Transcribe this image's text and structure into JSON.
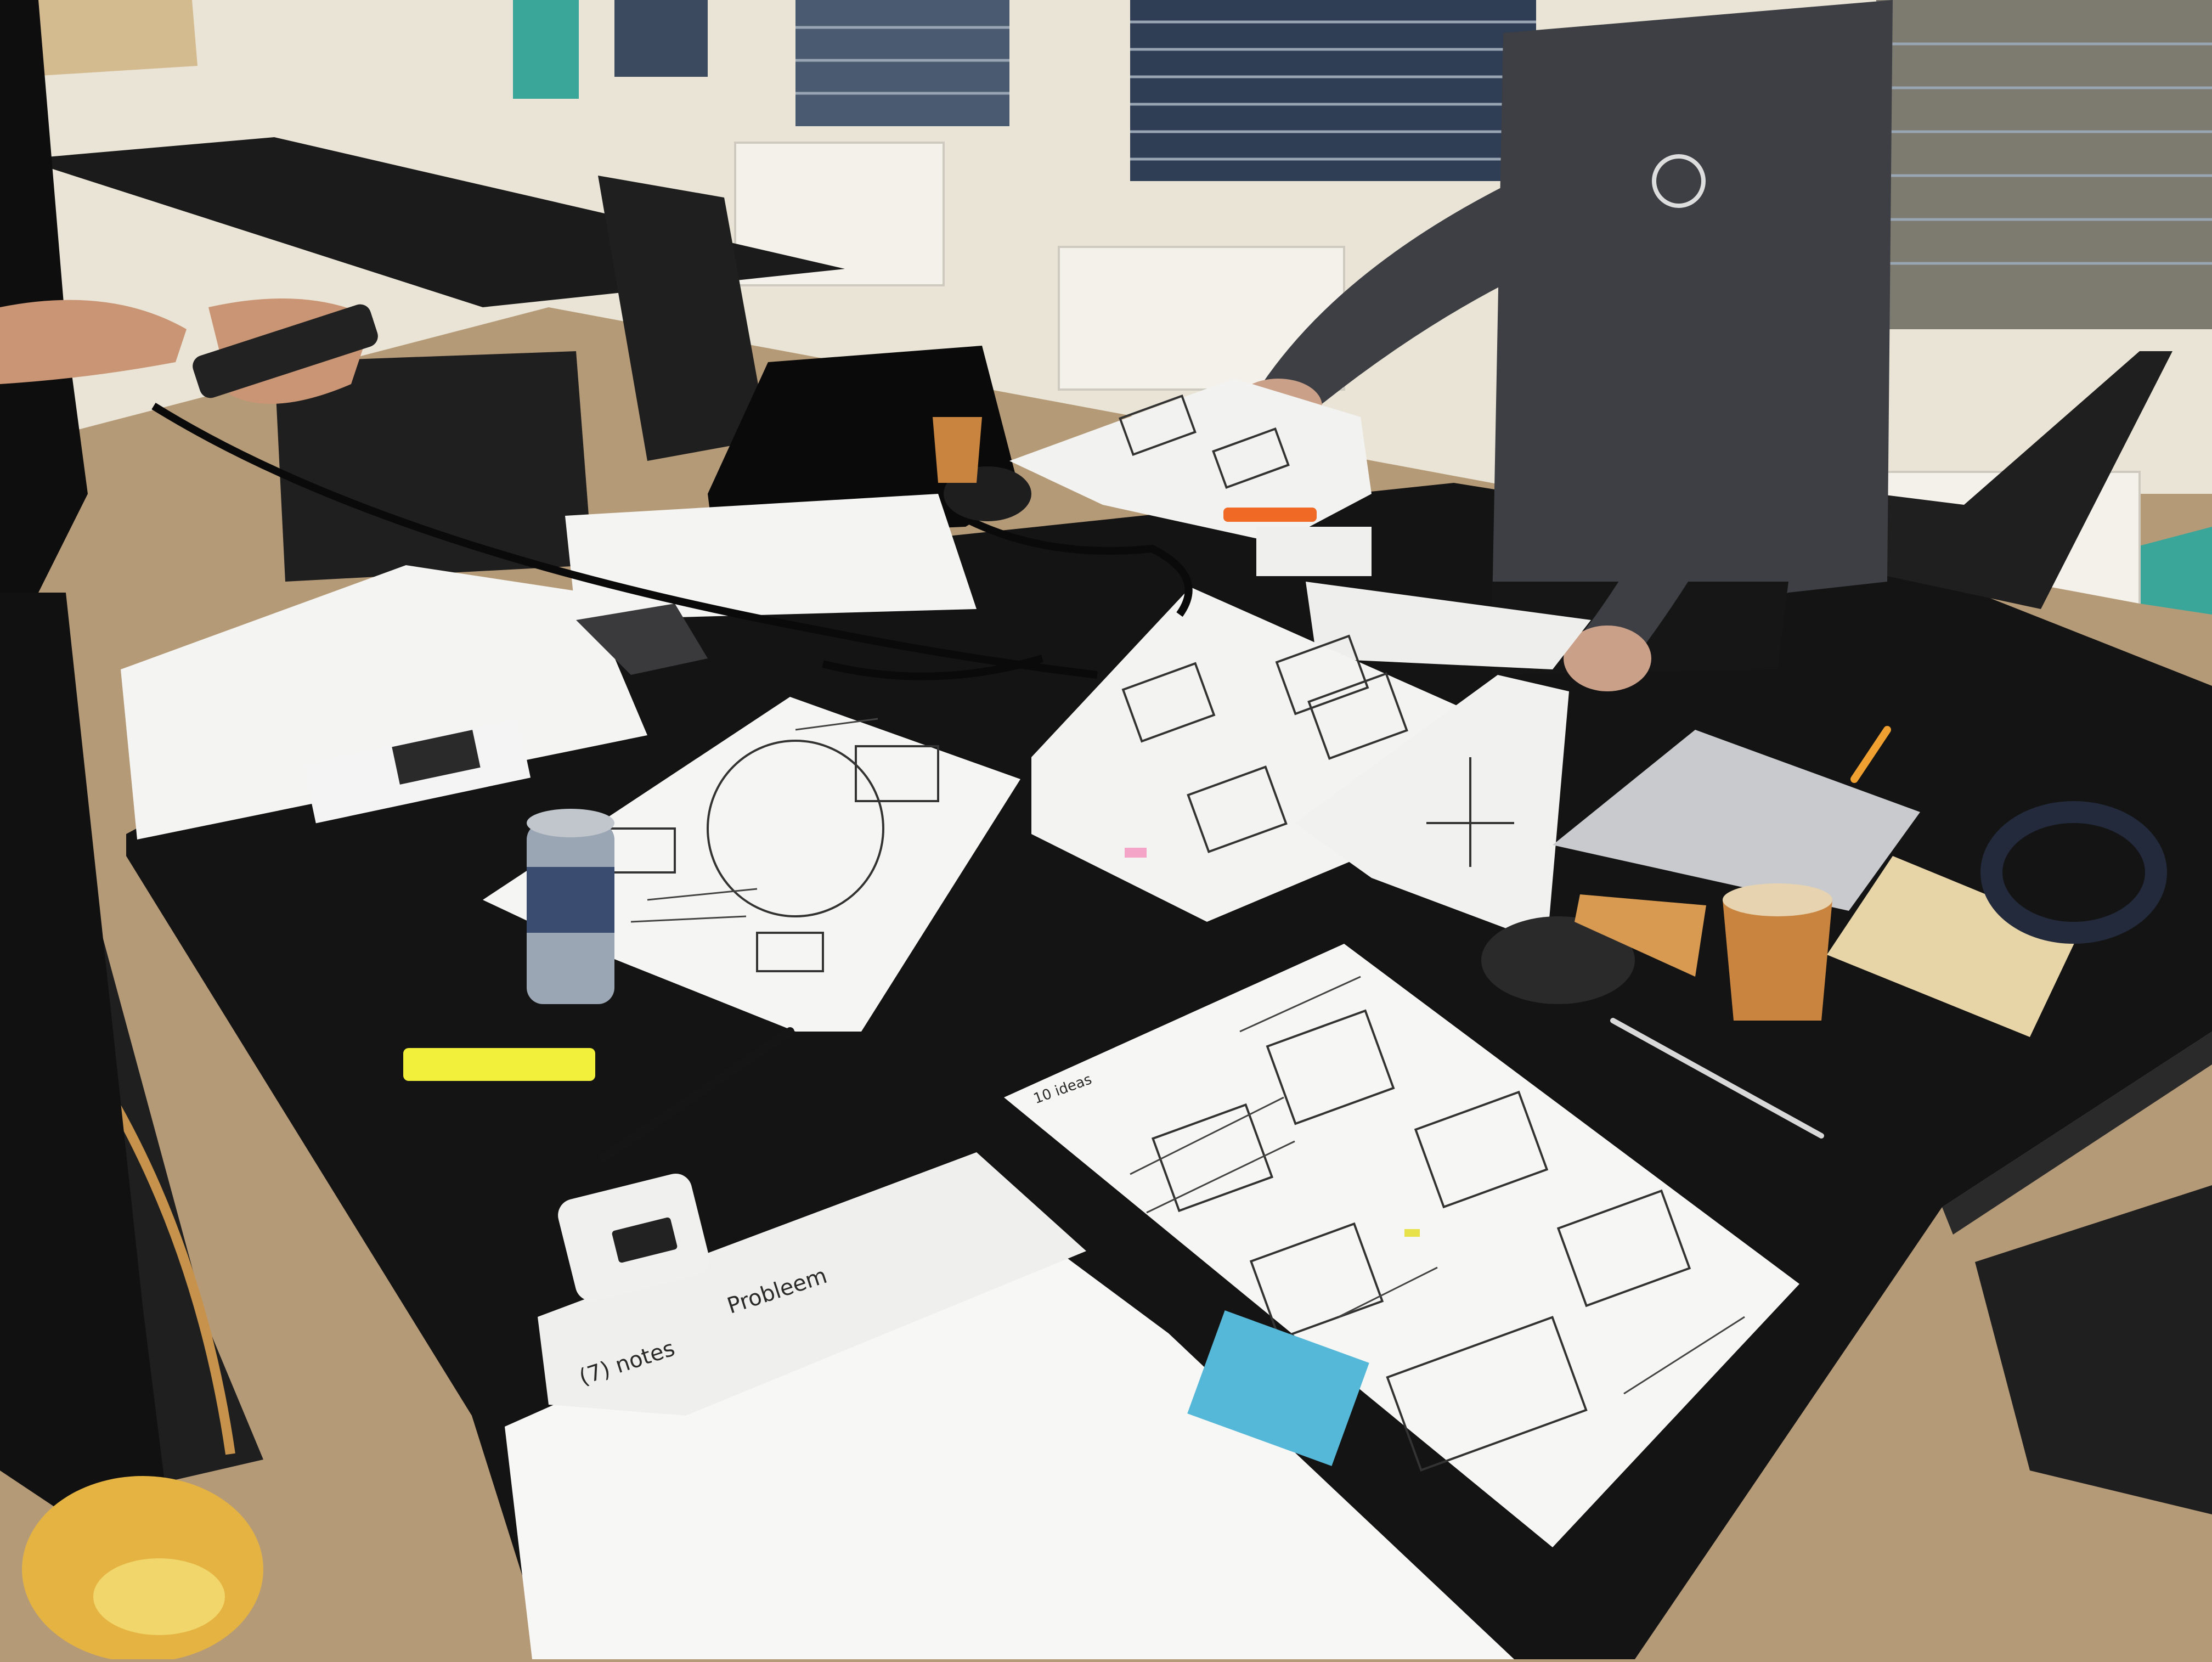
{
  "sheets": {
    "notes_label": "(7) notes",
    "probleem_label": "Probleem",
    "ideas_label": "10 ideas"
  },
  "colors": {
    "table": "#141414",
    "paper": "#f4f4f2",
    "floor": "#b59a78",
    "wall": "#e9e4d6",
    "teal": "#3aa69a",
    "highlighter": "#f2f03a",
    "sticky_blue": "#56b8d8",
    "cup": "#c9853f"
  }
}
